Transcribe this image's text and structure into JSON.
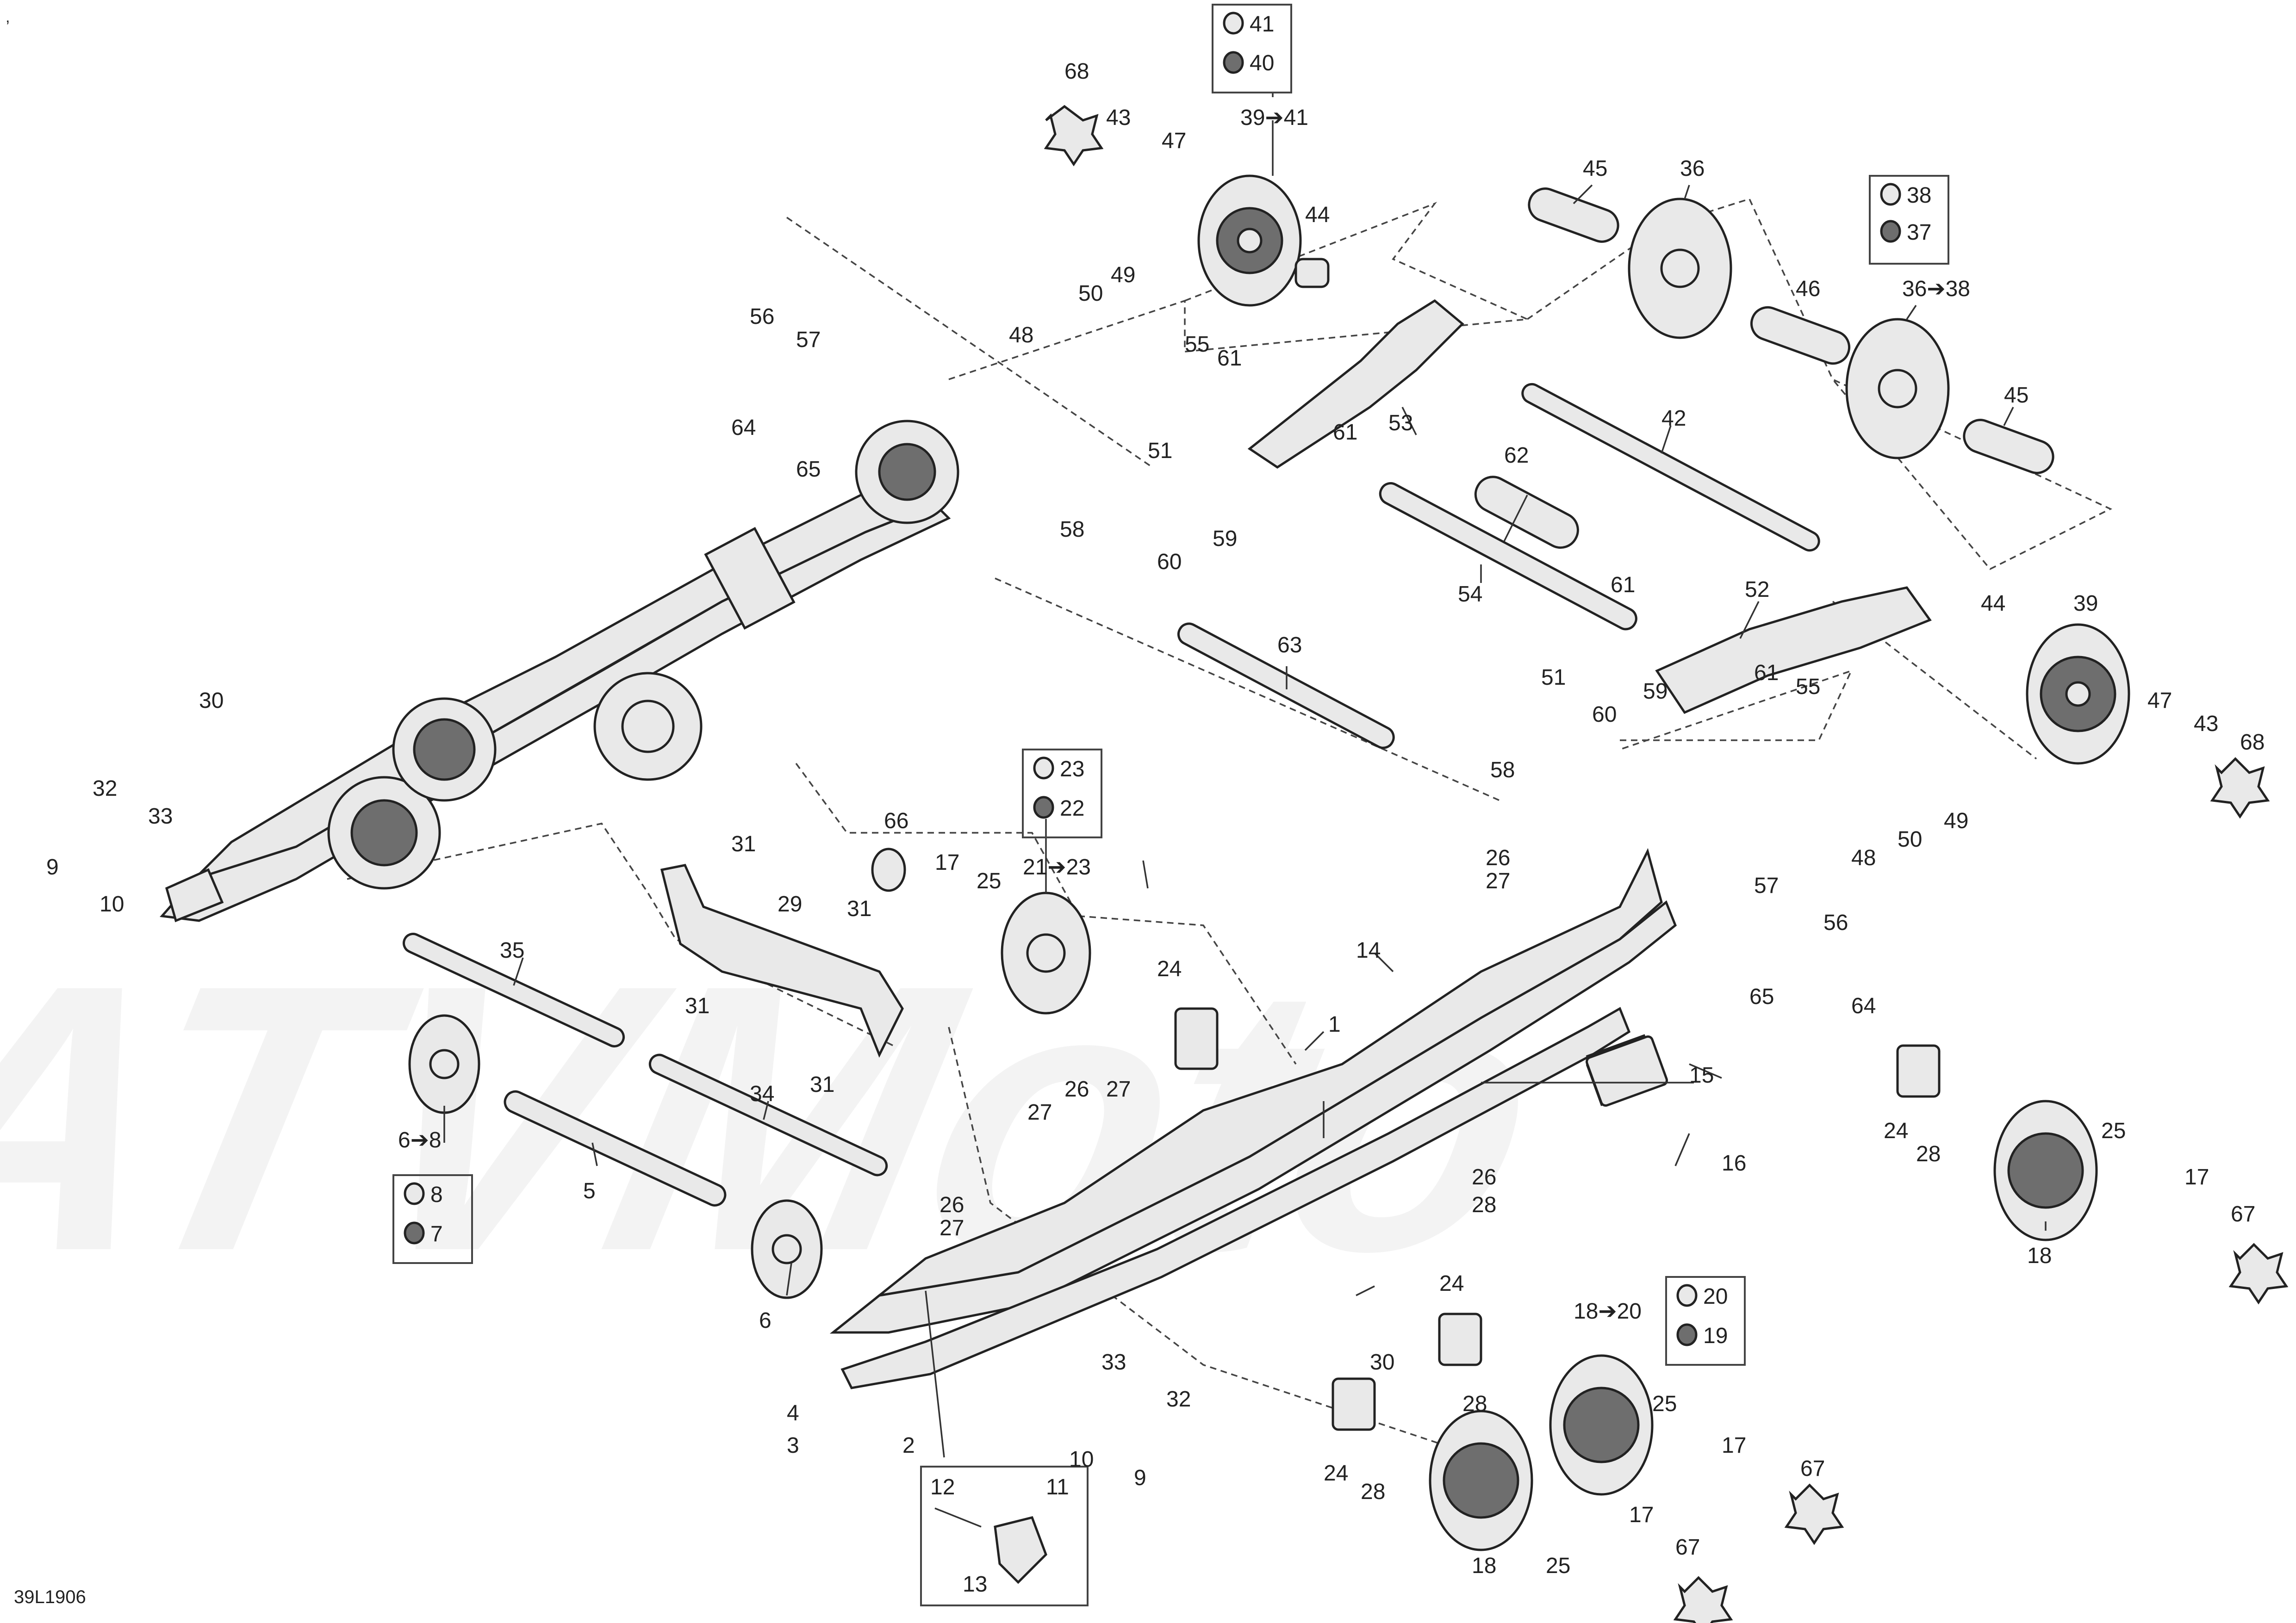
{
  "figure_id": "39L1906",
  "corner_mark": ",",
  "watermark_text": "ATVMoto",
  "callouts": [
    "1",
    "2",
    "3",
    "4",
    "5",
    "6",
    "6➔8",
    "7",
    "8",
    "9",
    "10",
    "11",
    "12",
    "13",
    "14",
    "15",
    "16",
    "17",
    "18",
    "18➔20",
    "19",
    "20",
    "21➔23",
    "22",
    "23",
    "24",
    "25",
    "26",
    "27",
    "28",
    "29",
    "30",
    "31",
    "32",
    "33",
    "34",
    "35",
    "36",
    "36➔38",
    "37",
    "38",
    "39",
    "39➔41",
    "40",
    "41",
    "42",
    "43",
    "44",
    "45",
    "46",
    "47",
    "48",
    "49",
    "50",
    "51",
    "52",
    "53",
    "54",
    "55",
    "56",
    "57",
    "58",
    "59",
    "60",
    "61",
    "62",
    "63",
    "64",
    "65",
    "66",
    "67",
    "68"
  ]
}
